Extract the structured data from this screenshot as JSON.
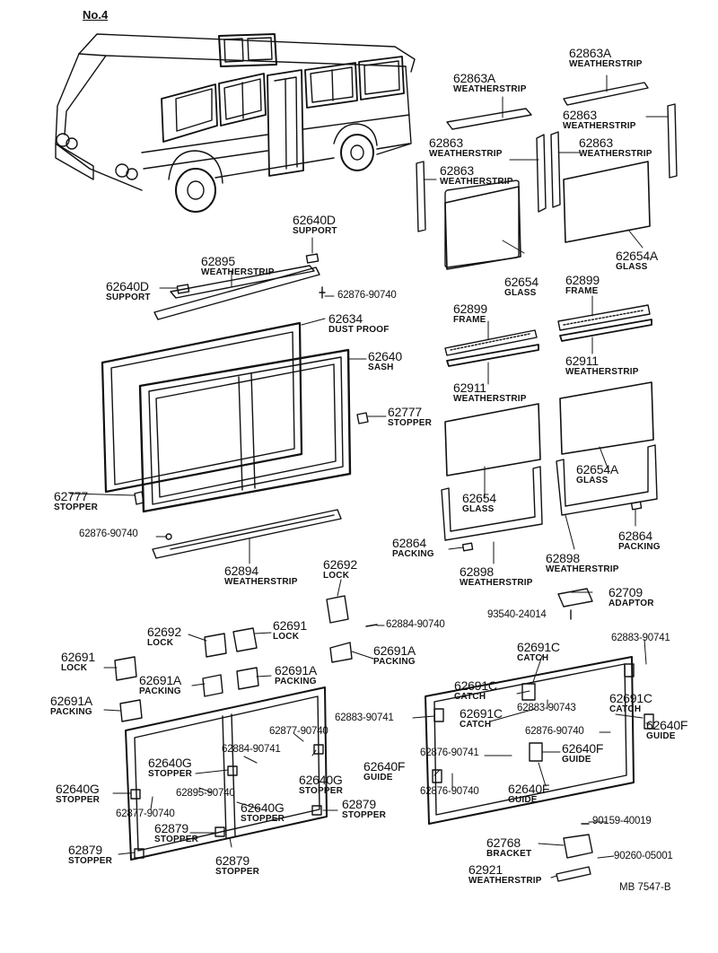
{
  "page_label": "No.4",
  "drawing_code": "MB 7547-B",
  "vehicle": "bus-illustration",
  "parts": {
    "p01": {
      "number": "62863A",
      "name": "WEATHERSTRIP"
    },
    "p02": {
      "number": "62863A",
      "name": "WEATHERSTRIP"
    },
    "p03": {
      "number": "62863",
      "name": "WEATHERSTRIP"
    },
    "p04": {
      "number": "62863",
      "name": "WEATHERSTRIP"
    },
    "p05": {
      "number": "62863",
      "name": "WEATHERSTRIP"
    },
    "p06": {
      "number": "62863",
      "name": "WEATHERSTRIP"
    },
    "p07": {
      "number": "62654",
      "name": "GLASS"
    },
    "p08": {
      "number": "62654A",
      "name": "GLASS"
    },
    "p09": {
      "number": "62640D",
      "name": "SUPPORT"
    },
    "p10": {
      "number": "62895",
      "name": "WEATHERSTRIP"
    },
    "p11": {
      "number": "62640D",
      "name": "SUPPORT"
    },
    "p12": {
      "number": "62876-90740",
      "name": ""
    },
    "p13": {
      "number": "62634",
      "name": "DUST PROOF"
    },
    "p14": {
      "number": "62640",
      "name": "SASH"
    },
    "p15": {
      "number": "62899",
      "name": "FRAME"
    },
    "p16": {
      "number": "62899",
      "name": "FRAME"
    },
    "p17": {
      "number": "62911",
      "name": "WEATHERSTRIP"
    },
    "p18": {
      "number": "62911",
      "name": "WEATHERSTRIP"
    },
    "p19": {
      "number": "62777",
      "name": "STOPPER"
    },
    "p20": {
      "number": "62777",
      "name": "STOPPER"
    },
    "p21": {
      "number": "62654",
      "name": "GLASS"
    },
    "p22": {
      "number": "62654A",
      "name": "GLASS"
    },
    "p23": {
      "number": "62876-90740",
      "name": ""
    },
    "p24": {
      "number": "62894",
      "name": "WEATHERSTRIP"
    },
    "p25": {
      "number": "62864",
      "name": "PACKING"
    },
    "p26": {
      "number": "62864",
      "name": "PACKING"
    },
    "p27": {
      "number": "62898",
      "name": "WEATHERSTRIP"
    },
    "p28": {
      "number": "62898",
      "name": "WEATHERSTRIP"
    },
    "p29": {
      "number": "62692",
      "name": "LOCK"
    },
    "p30": {
      "number": "62709",
      "name": "ADAPTOR"
    },
    "p31": {
      "number": "93540-24014",
      "name": ""
    },
    "p32": {
      "number": "62884-90740",
      "name": ""
    },
    "p33": {
      "number": "62692",
      "name": "LOCK"
    },
    "p34": {
      "number": "62691",
      "name": "LOCK"
    },
    "p35": {
      "number": "62691A",
      "name": "PACKING"
    },
    "p36": {
      "number": "62691",
      "name": "LOCK"
    },
    "p37": {
      "number": "62691A",
      "name": "PACKING"
    },
    "p38": {
      "number": "62691A",
      "name": "PACKING"
    },
    "p39": {
      "number": "62691A",
      "name": "PACKING"
    },
    "p40": {
      "number": "62883-90741",
      "name": ""
    },
    "p41": {
      "number": "62691C",
      "name": "CATCH"
    },
    "p42": {
      "number": "62691C",
      "name": "CATCH"
    },
    "p43": {
      "number": "62883-90743",
      "name": ""
    },
    "p44": {
      "number": "62691C",
      "name": "CATCH"
    },
    "p45": {
      "number": "62691C",
      "name": "CATCH"
    },
    "p46": {
      "number": "62883-90741",
      "name": ""
    },
    "p47": {
      "number": "62876-90740",
      "name": ""
    },
    "p48": {
      "number": "62640F",
      "name": "GUIDE"
    },
    "p49": {
      "number": "62877-90740",
      "name": ""
    },
    "p50": {
      "number": "62884-90741",
      "name": ""
    },
    "p51": {
      "number": "62640G",
      "name": "STOPPER"
    },
    "p52": {
      "number": "62640G",
      "name": "STOPPER"
    },
    "p53": {
      "number": "62895-90740",
      "name": ""
    },
    "p54": {
      "number": "62640G",
      "name": "STOPPER"
    },
    "p55": {
      "number": "62640G",
      "name": "STOPPER"
    },
    "p56": {
      "number": "62879",
      "name": "STOPPER"
    },
    "p57": {
      "number": "62877-90740",
      "name": ""
    },
    "p58": {
      "number": "62879",
      "name": "STOPPER"
    },
    "p59": {
      "number": "62879",
      "name": "STOPPER"
    },
    "p60": {
      "number": "62879",
      "name": "STOPPER"
    },
    "p61": {
      "number": "62876-90741",
      "name": ""
    },
    "p62": {
      "number": "62640F",
      "name": "GUIDE"
    },
    "p63": {
      "number": "62640F",
      "name": "GUIDE"
    },
    "p64": {
      "number": "62876-90740",
      "name": ""
    },
    "p65": {
      "number": "62640F",
      "name": "GUIDE"
    },
    "p66": {
      "number": "90159-40019",
      "name": ""
    },
    "p67": {
      "number": "62768",
      "name": "BRACKET"
    },
    "p68": {
      "number": "90260-05001",
      "name": ""
    },
    "p69": {
      "number": "62921",
      "name": "WEATHERSTRIP"
    }
  }
}
